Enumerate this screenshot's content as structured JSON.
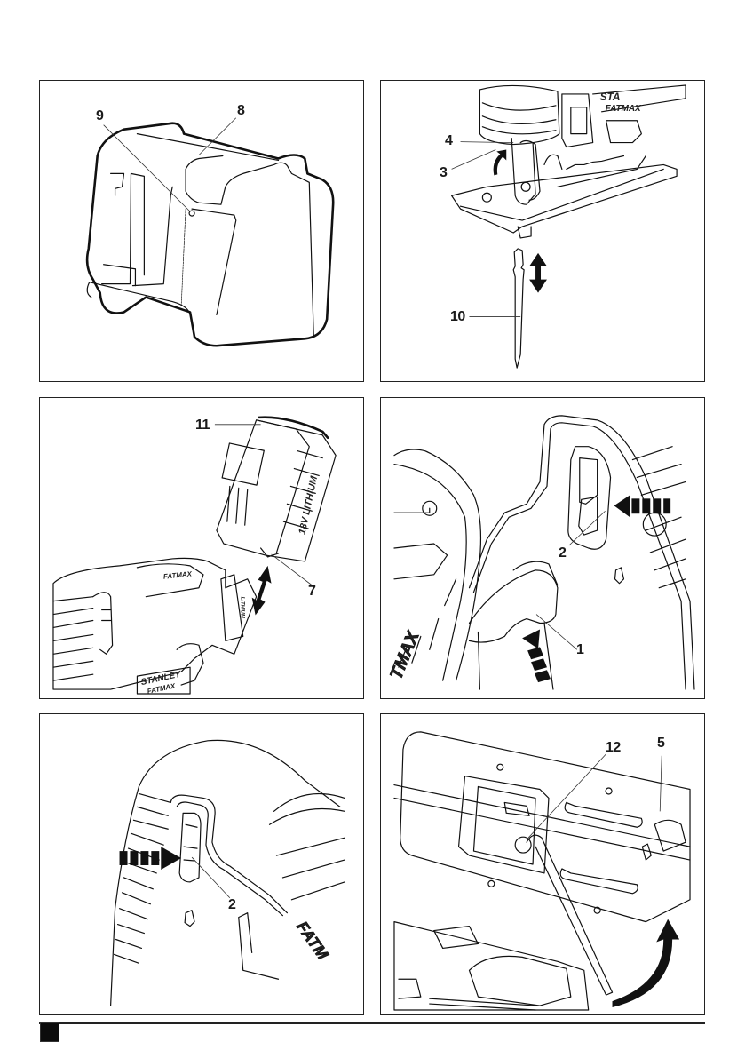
{
  "document": {
    "type": "power tool instruction manual - illustration page",
    "figures": [
      {
        "id": "A",
        "subject": "charger",
        "callouts": [
          {
            "label": "9",
            "part": "charger indicator"
          },
          {
            "label": "8",
            "part": "charger"
          }
        ]
      },
      {
        "id": "B",
        "subject": "blade clamp and saw blade insertion",
        "callouts": [
          {
            "label": "4",
            "part": "blade clamp"
          },
          {
            "label": "3",
            "part": "blade clamp lever"
          },
          {
            "label": "10",
            "part": "saw blade"
          }
        ]
      },
      {
        "id": "C",
        "subject": "battery attachment",
        "callouts": [
          {
            "label": "11",
            "part": "battery"
          },
          {
            "label": "7",
            "part": "battery release button"
          }
        ],
        "printed_text": {
          "battery_label": "18V LITHIUM",
          "tool_lithium": "LITHIUM",
          "tool_brand_1": "FATMAX",
          "tool_brand_2": "STANLEY",
          "tool_brand_3": "FATMAX"
        }
      },
      {
        "id": "D",
        "subject": "switching on - lock-off and trigger",
        "callouts": [
          {
            "label": "2",
            "part": "lock-off button"
          },
          {
            "label": "1",
            "part": "on/off switch"
          }
        ],
        "printed_text": {
          "brand_partial": "TMAX"
        }
      },
      {
        "id": "E",
        "subject": "lock-off button from other side",
        "callouts": [
          {
            "label": "2",
            "part": "lock-off button"
          }
        ],
        "printed_text": {
          "brand_partial": "FATM"
        }
      },
      {
        "id": "F",
        "subject": "shoe bevel adjustment with hex key",
        "callouts": [
          {
            "label": "12",
            "part": "hex key screw"
          },
          {
            "label": "5",
            "part": "shoe"
          }
        ]
      }
    ],
    "blade_arrow_icon": "double-arrow-up-down",
    "press_arrow_icon": "dashed-arrow",
    "rotate_arrow_icon": "curved-arrow",
    "colors": {
      "ink": "#111111",
      "page": "#ffffff",
      "frame": "#222222"
    }
  }
}
